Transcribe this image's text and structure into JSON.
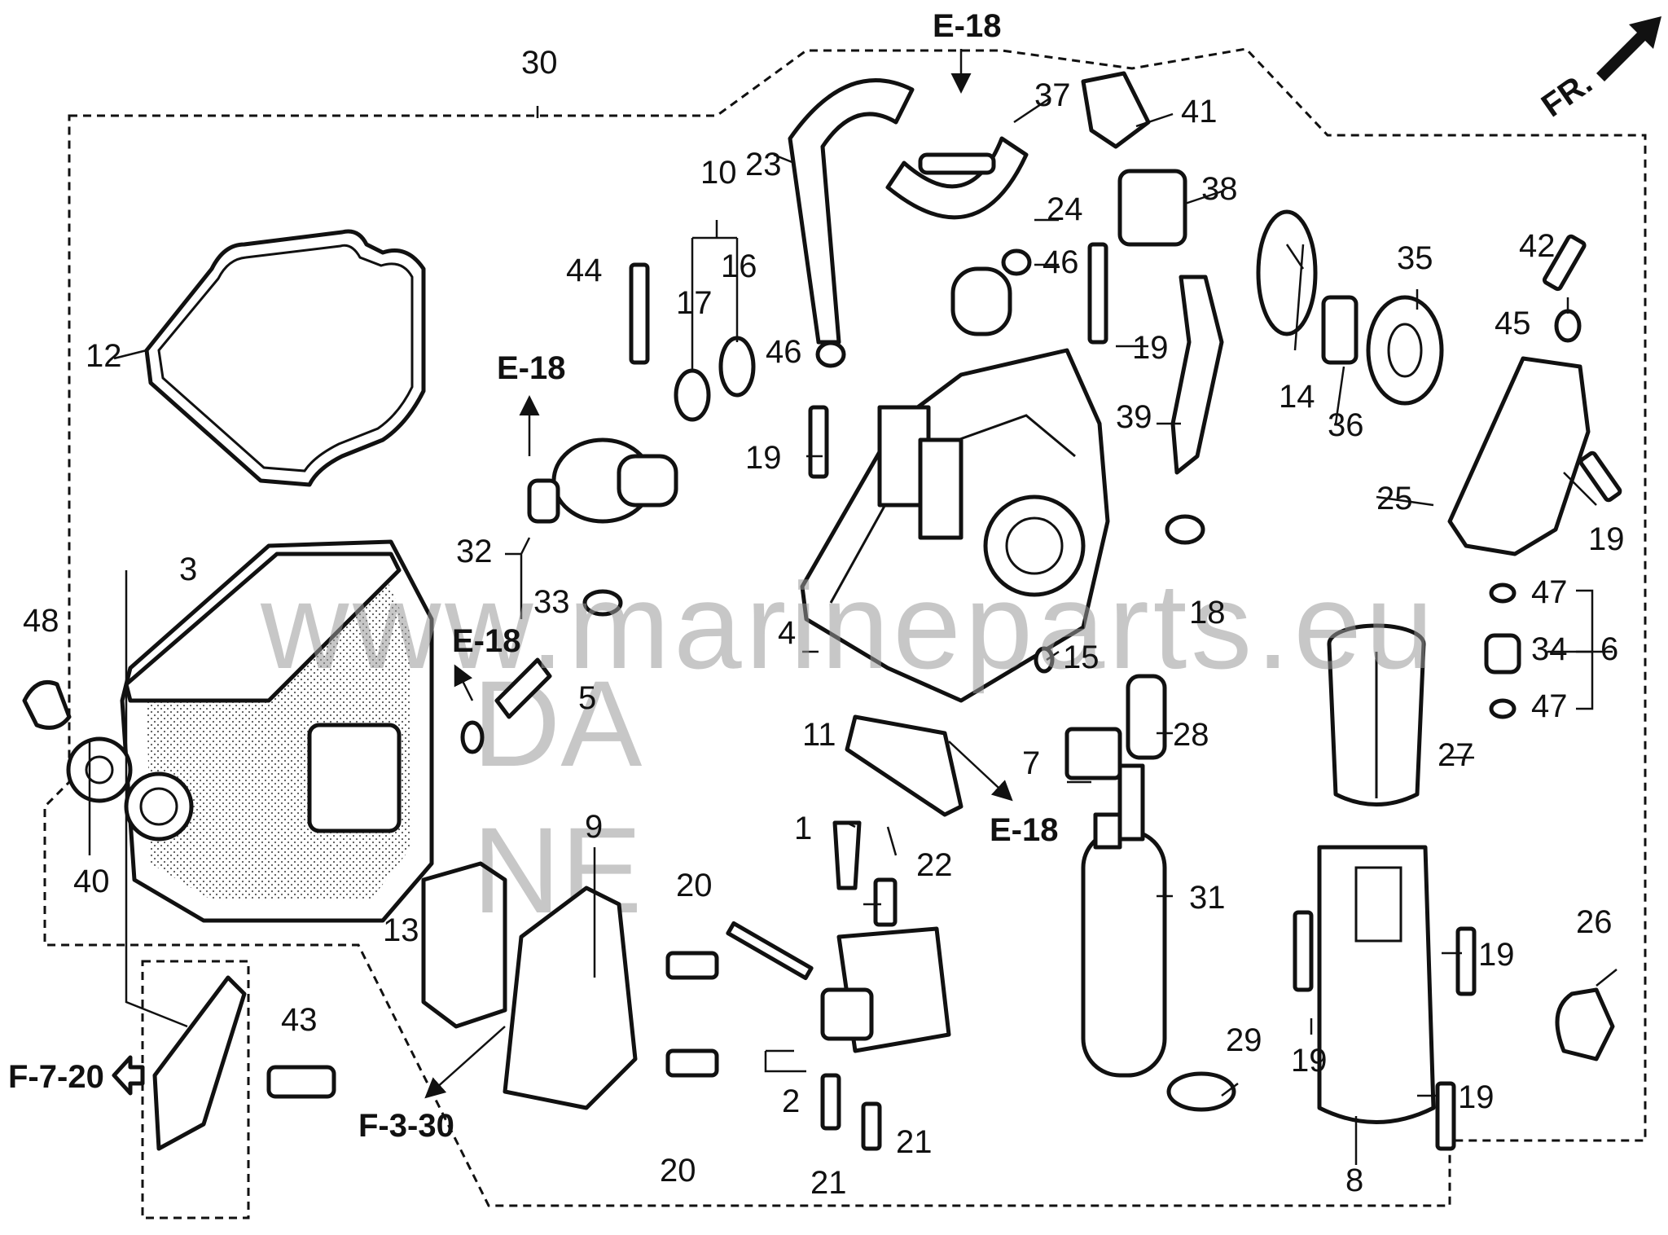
{
  "diagram": {
    "part_numbers": [
      "1",
      "2",
      "3",
      "4",
      "5",
      "6",
      "7",
      "8",
      "9",
      "10",
      "11",
      "12",
      "13",
      "14",
      "15",
      "16",
      "17",
      "18",
      "19",
      "20",
      "21",
      "22",
      "23",
      "24",
      "25",
      "26",
      "27",
      "28",
      "29",
      "30",
      "31",
      "32",
      "33",
      "34",
      "35",
      "36",
      "37",
      "38",
      "39",
      "40",
      "41",
      "42",
      "43",
      "44",
      "45",
      "46",
      "47",
      "48"
    ],
    "cross_refs": {
      "e18": "E-18",
      "f720": "F-7-20",
      "f330": "F-3-30",
      "fr": "FR."
    },
    "watermark": "www.marineparts.eu",
    "background_watermark_letters": [
      "DA",
      "NE"
    ]
  }
}
